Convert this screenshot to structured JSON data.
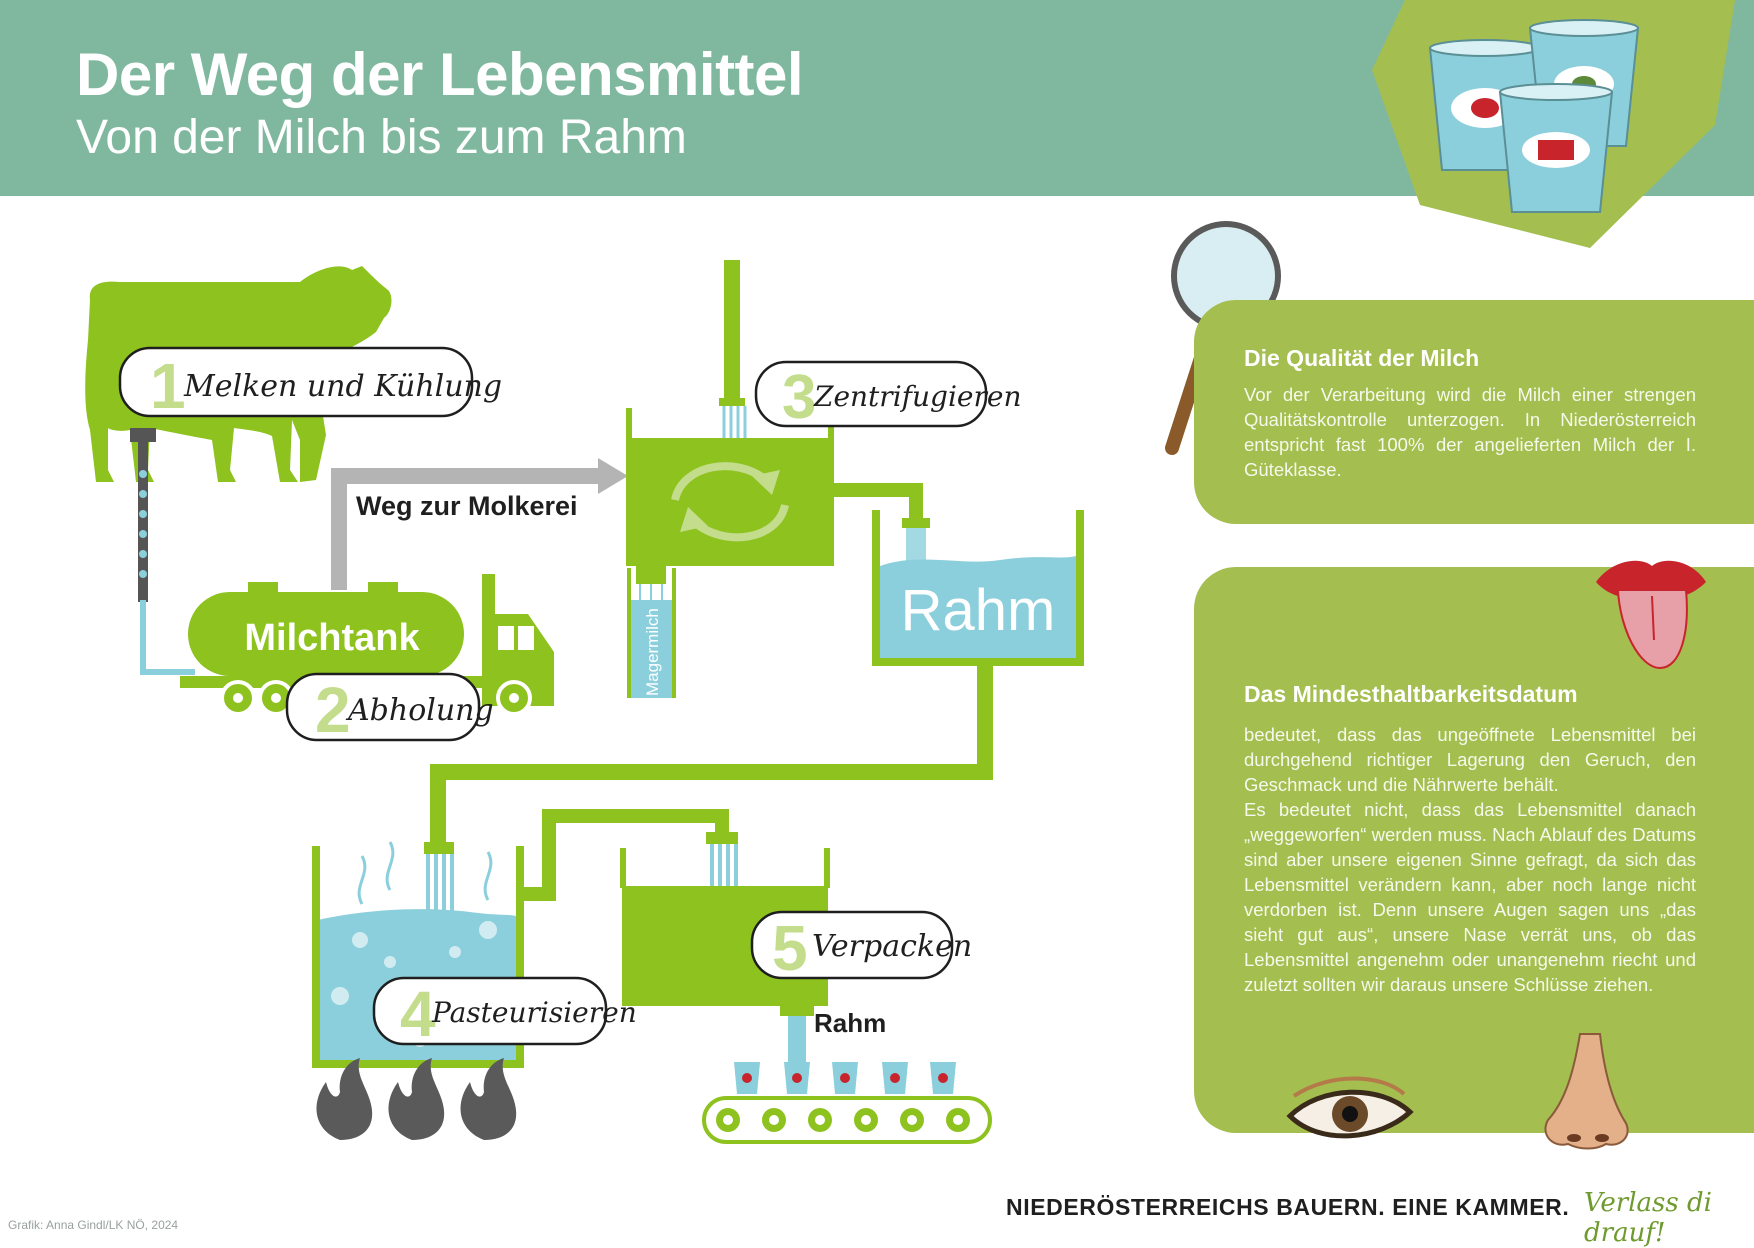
{
  "header": {
    "title": "Der Weg der Lebensmittel",
    "subtitle": "Von der Milch bis zum Rahm"
  },
  "steps": [
    {
      "number": "1",
      "label": "Melken und Kühlung"
    },
    {
      "number": "2",
      "label": "Abholung"
    },
    {
      "number": "3",
      "label": "Zentrifugieren"
    },
    {
      "number": "4",
      "label": "Pasteurisieren"
    },
    {
      "number": "5",
      "label": "Verpacken"
    }
  ],
  "diagram": {
    "route_label": "Weg zur Molkerei",
    "truck_label": "Milchtank",
    "skim_milk_label": "Magermilch",
    "cream_tank_label": "Rahm",
    "cream_output_label": "Rahm"
  },
  "info": {
    "quality_heading": "Die Qualität der Milch",
    "quality_text": "Vor der Verarbeitung wird die Milch einer strengen Qualitätskontrolle unterzogen. In Niederösterreich entspricht fast 100% der angelieferten Milch der I. Güteklasse.",
    "mhd_heading": "Das Mindesthaltbarkeitsdatum",
    "mhd_text_1": "bedeutet, dass das ungeöffnete Lebensmittel bei durchgehend richtiger Lagerung den Geruch, den Geschmack und die Nährwerte behält.",
    "mhd_text_2": "Es bedeutet nicht, dass das Lebensmittel danach „weggeworfen“ werden muss. Nach Ablauf des Datums sind aber unsere eigenen Sinne gefragt, da sich das Lebensmittel verändern kann, aber noch lange nicht verdorben ist. Denn unsere Augen sagen uns „das sieht gut aus“, unsere Nase verrät uns, ob das Lebensmittel angenehm oder unange­nehm riecht und zuletzt sollten wir daraus unsere Schlüsse ziehen."
  },
  "footer": {
    "credit": "Grafik: Anna Gindl/LK NÖ, 2024",
    "slogan": "NIEDERÖSTERREICHS BAUERN. EINE KAMMER.",
    "tagline": "Verlass di drauf!"
  },
  "icons": [
    "cow-icon",
    "tanker-truck-icon",
    "centrifuge-icon",
    "fire-icon",
    "cream-cup-icon",
    "conveyor-icon",
    "magnifier-icon",
    "tongue-icon",
    "eye-icon",
    "nose-icon"
  ],
  "colors": {
    "header_green": "#80b89f",
    "process_green": "#8dc21f",
    "panel_green": "#a4be4f",
    "light_green": "#c3dd8c",
    "water_blue": "#8ccfdc",
    "route_gray": "#b4b4b4"
  }
}
